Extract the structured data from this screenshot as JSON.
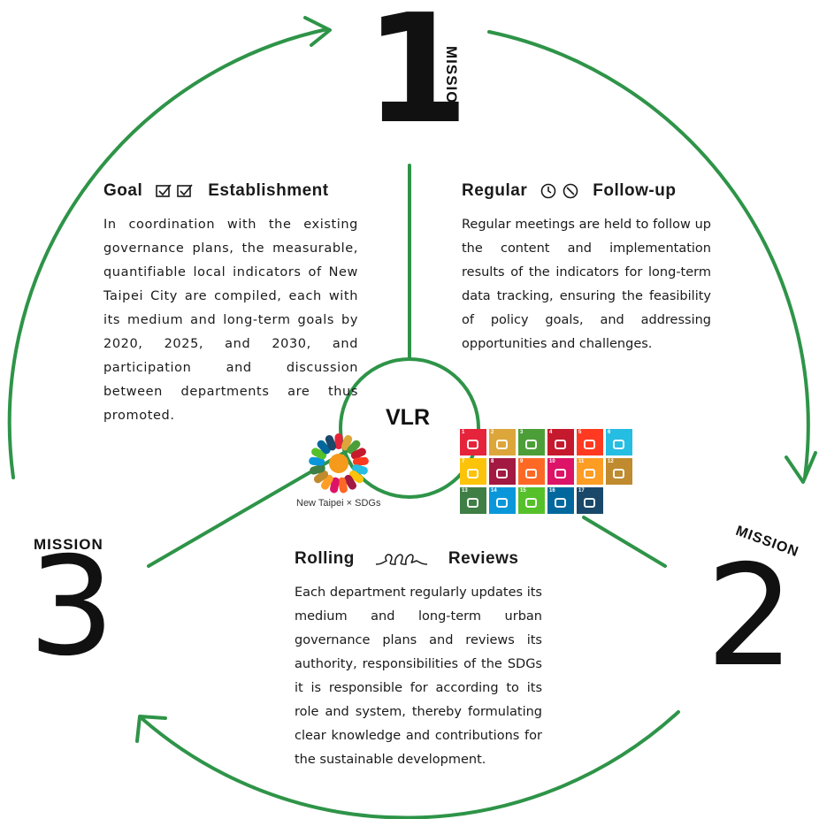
{
  "colors": {
    "arrow": "#2e9448",
    "text": "#1a1a1a"
  },
  "missions": {
    "one": {
      "number": "1",
      "label": "MISSION"
    },
    "two": {
      "number": "2",
      "label": "MISSION"
    },
    "three": {
      "number": "3",
      "label": "MISSION"
    }
  },
  "center": {
    "label": "VLR"
  },
  "sections": {
    "goal": {
      "title_left": "Goal",
      "icon": "checkbox-icons",
      "title_right": "Establishment",
      "body": "In coordination with the existing governance plans, the measurable, quantifiable local indicators of New Taipei City are compiled, each with its medium and long-term goals by 2020, 2025, and 2030, and participation and discussion between departments are thus promoted."
    },
    "followup": {
      "title_left": "Regular",
      "icon": "clock-icons",
      "title_right": "Follow-up",
      "body": "Regular meetings are held to follow up the content and implementation results of the indicators for long-term data tracking, ensuring the feasibility of policy goals, and addressing opportunities and challenges."
    },
    "rolling": {
      "title_left": "Rolling",
      "icon": "loop-icon",
      "title_right": "Reviews",
      "body": "Each department regularly updates its medium and long-term urban governance plans and reviews its authority, responsibilities of the SDGs it is responsible for according to its role and system, thereby formulating clear knowledge and contributions for the sustainable development."
    }
  },
  "logo": {
    "caption": "New Taipei × SDGs"
  },
  "sdg_tiles": [
    {
      "number": "1",
      "color": "#e5243b"
    },
    {
      "number": "2",
      "color": "#dda63a"
    },
    {
      "number": "3",
      "color": "#4c9f38"
    },
    {
      "number": "4",
      "color": "#c5192d"
    },
    {
      "number": "5",
      "color": "#ff3a21"
    },
    {
      "number": "6",
      "color": "#26bde2"
    },
    {
      "number": "7",
      "color": "#fcc30b"
    },
    {
      "number": "8",
      "color": "#a21942"
    },
    {
      "number": "9",
      "color": "#fd6925"
    },
    {
      "number": "10",
      "color": "#dd1367"
    },
    {
      "number": "11",
      "color": "#fd9d24"
    },
    {
      "number": "12",
      "color": "#bf8b2e"
    },
    {
      "number": "13",
      "color": "#3f7e44"
    },
    {
      "number": "14",
      "color": "#0a97d9"
    },
    {
      "number": "15",
      "color": "#56c02b"
    },
    {
      "number": "16",
      "color": "#00689d"
    },
    {
      "number": "17",
      "color": "#19486a"
    }
  ]
}
